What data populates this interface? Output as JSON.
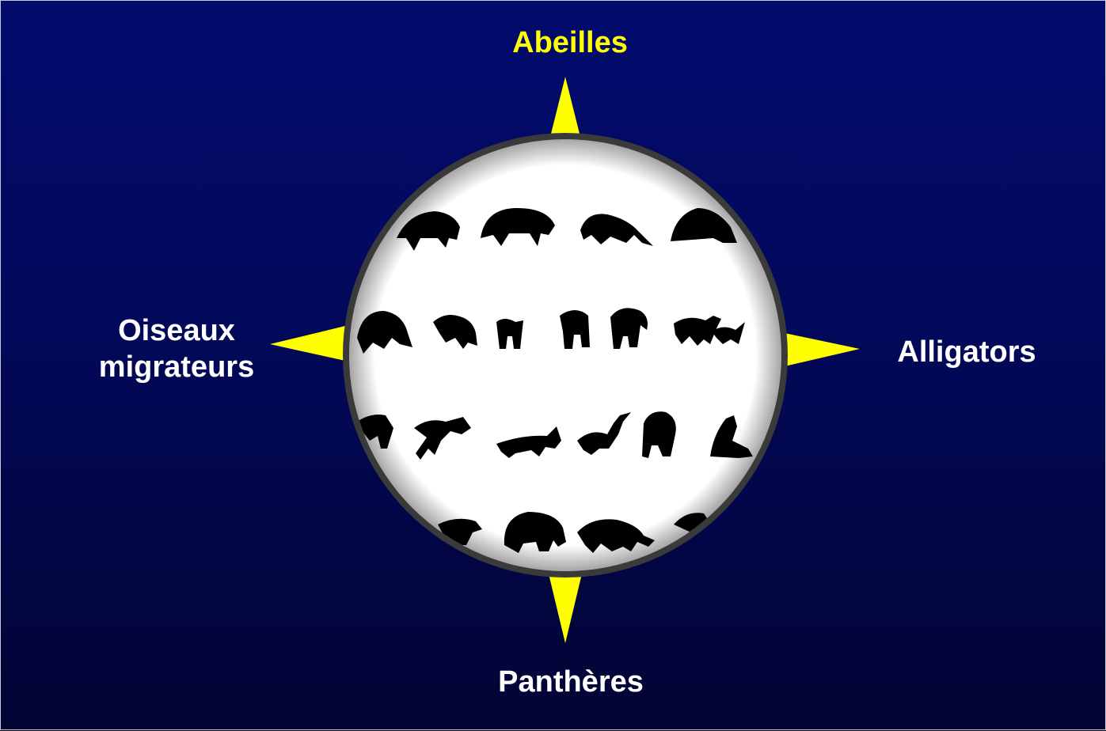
{
  "directions": {
    "top": {
      "label": "Abeilles"
    },
    "right": {
      "label": "Alligators"
    },
    "bottom": {
      "label": "Panthères"
    },
    "left": {
      "label_line1": "Oiseaux",
      "label_line2": "migrateurs"
    }
  },
  "colors": {
    "background_top": "#020a6e",
    "background_bottom": "#020434",
    "arrow": "#ffff00",
    "active_label": "#ffff00",
    "label": "#ffffff",
    "lens_rim": "#3a3a3a",
    "lens_fill": "#ffffff",
    "silhouette": "#000000"
  },
  "highlighted": "top",
  "lens_content": {
    "description_icon": "animal-silhouettes",
    "rows": 4
  }
}
